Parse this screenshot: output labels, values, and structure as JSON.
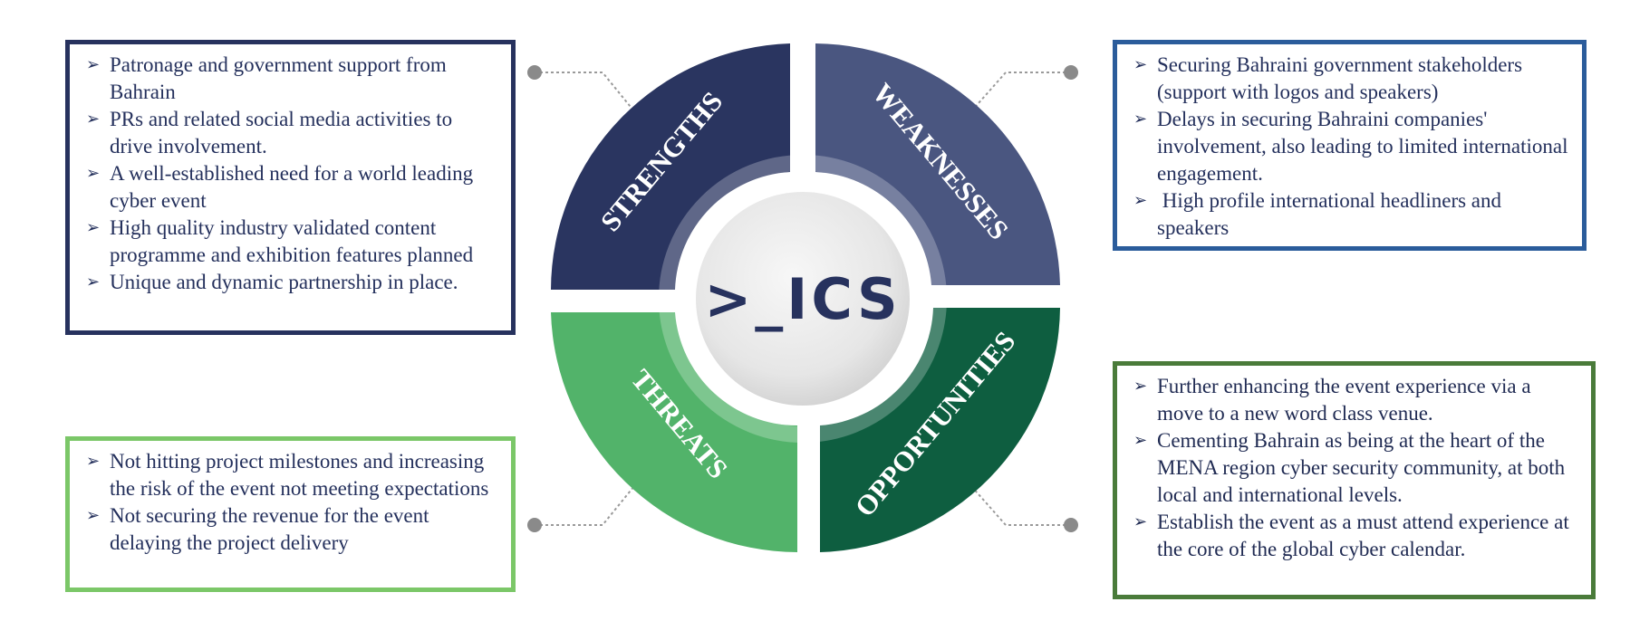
{
  "logo": {
    "text": ">_ICS"
  },
  "quadrants": {
    "strengths": {
      "label": "STRENGTHS",
      "color": "#2a3560"
    },
    "weaknesses": {
      "label": "WEAKNESSES",
      "color": "#4a5680"
    },
    "threats": {
      "label": "THREATS",
      "color": "#52b36a"
    },
    "opportunities": {
      "label": "OPPORTUNITIES",
      "color": "#0e5e40"
    }
  },
  "boxes": {
    "strengths": {
      "border_color": "#27325e",
      "items": [
        "Patronage and government support from Bahrain",
        "PRs and related social media activities to drive involvement.",
        "A well-established need for a world leading cyber event",
        "High quality industry validated content programme and exhibition features planned",
        "Unique and dynamic partnership in place."
      ]
    },
    "weaknesses": {
      "border_color": "#2b5c9b",
      "items": [
        "Securing Bahraini government stakeholders (support with logos and speakers)",
        "Delays in securing Bahraini companies' involvement, also leading to limited international engagement.",
        " High profile international headliners and speakers"
      ]
    },
    "threats": {
      "border_color": "#7bc768",
      "items": [
        "Not hitting project milestones and increasing the risk of the event not meeting expectations",
        "Not securing the revenue for the event delaying the project delivery"
      ]
    },
    "opportunities": {
      "border_color": "#4a7b3a",
      "items": [
        "Further enhancing the event experience via a move to a new word class venue.",
        "Cementing Bahrain as being at the heart of the MENA region cyber security community, at both local and international levels.",
        "Establish the event as a must attend experience at the core of the global cyber calendar."
      ]
    }
  },
  "bullet_icon": "arrowhead-bullet-icon"
}
